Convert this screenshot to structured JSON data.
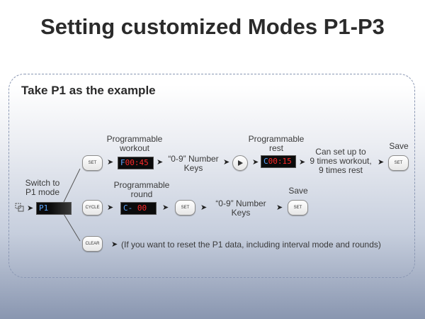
{
  "title": "Setting customized Modes P1-P3",
  "subtitle": "Take P1 as the example",
  "switch_label": "Switch to\nP1 mode",
  "switch_display": "P1",
  "row1": {
    "set_button": "SET",
    "workout_label": "Programmable\nworkout",
    "workout_display": {
      "prefix": "F",
      "value": "00:45"
    },
    "number_keys": "“0-9” Number\nKeys",
    "rest_label": "Programmable\nrest",
    "rest_display": {
      "prefix": "C",
      "value": "00:15"
    },
    "note": "Can set up to\n9 times workout,\n9 times rest",
    "save_label": "Save",
    "save_button": "SET"
  },
  "row2": {
    "cycle_button": "CYCLE",
    "round_label": "Programmable\nround",
    "round_display": {
      "prefix": "C-",
      "value": "00"
    },
    "set_button": "SET",
    "number_keys": "“0-9” Number\nKeys",
    "save_label": "Save",
    "save_button": "SET"
  },
  "row3": {
    "clear_button": "CLEAR",
    "note": "(If you want to reset the P1 data, including interval mode and rounds)"
  },
  "colors": {
    "display_blue": "#5ea7ff",
    "display_red": "#ff2a2a",
    "frame_border": "#8a97b3"
  },
  "icons": {
    "arrow": "arrow-right-icon",
    "mode": "mode-switch-icon",
    "play": "play-icon"
  }
}
